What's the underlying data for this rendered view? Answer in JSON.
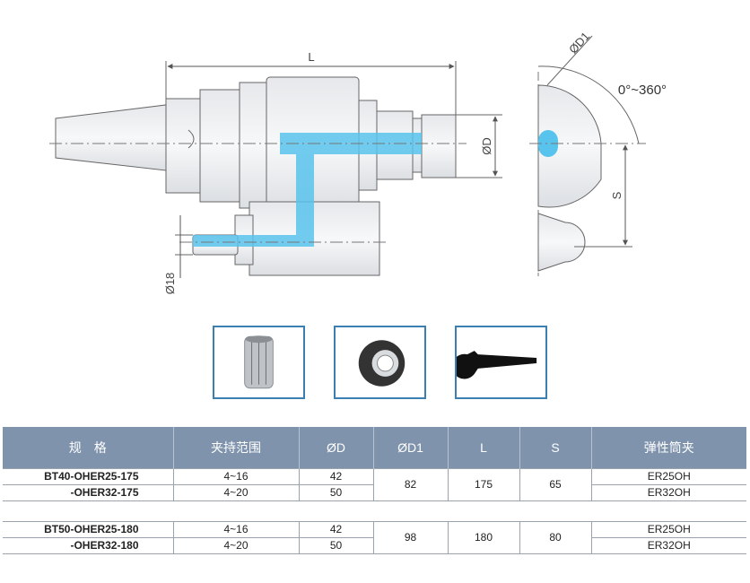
{
  "drawing": {
    "dim_L": "L",
    "dim_D": "ØD",
    "dim_D1": "ØD1",
    "dim_18": "Ø18",
    "dim_S": "S",
    "rotation": "0°~360°"
  },
  "accessories": [
    {
      "name": "collet"
    },
    {
      "name": "clamping nut"
    },
    {
      "name": "wrench"
    }
  ],
  "table": {
    "headers": [
      "规　格",
      "夹持范围",
      "ØD",
      "ØD1",
      "L",
      "S",
      "弹性筒夹"
    ],
    "groups": [
      {
        "rows": [
          {
            "model": "BT40-OHER25-175",
            "range": "4~16",
            "d": "42",
            "collet": "ER25OH"
          },
          {
            "model": "-OHER32-175",
            "range": "4~20",
            "d": "50",
            "collet": "ER32OH"
          }
        ],
        "d1": "82",
        "l": "175",
        "s": "65"
      },
      {
        "rows": [
          {
            "model": "BT50-OHER25-180",
            "range": "4~16",
            "d": "42",
            "collet": "ER25OH"
          },
          {
            "model": "-OHER32-180",
            "range": "4~20",
            "d": "50",
            "collet": "ER32OH"
          }
        ],
        "d1": "98",
        "l": "180",
        "s": "80"
      }
    ]
  }
}
